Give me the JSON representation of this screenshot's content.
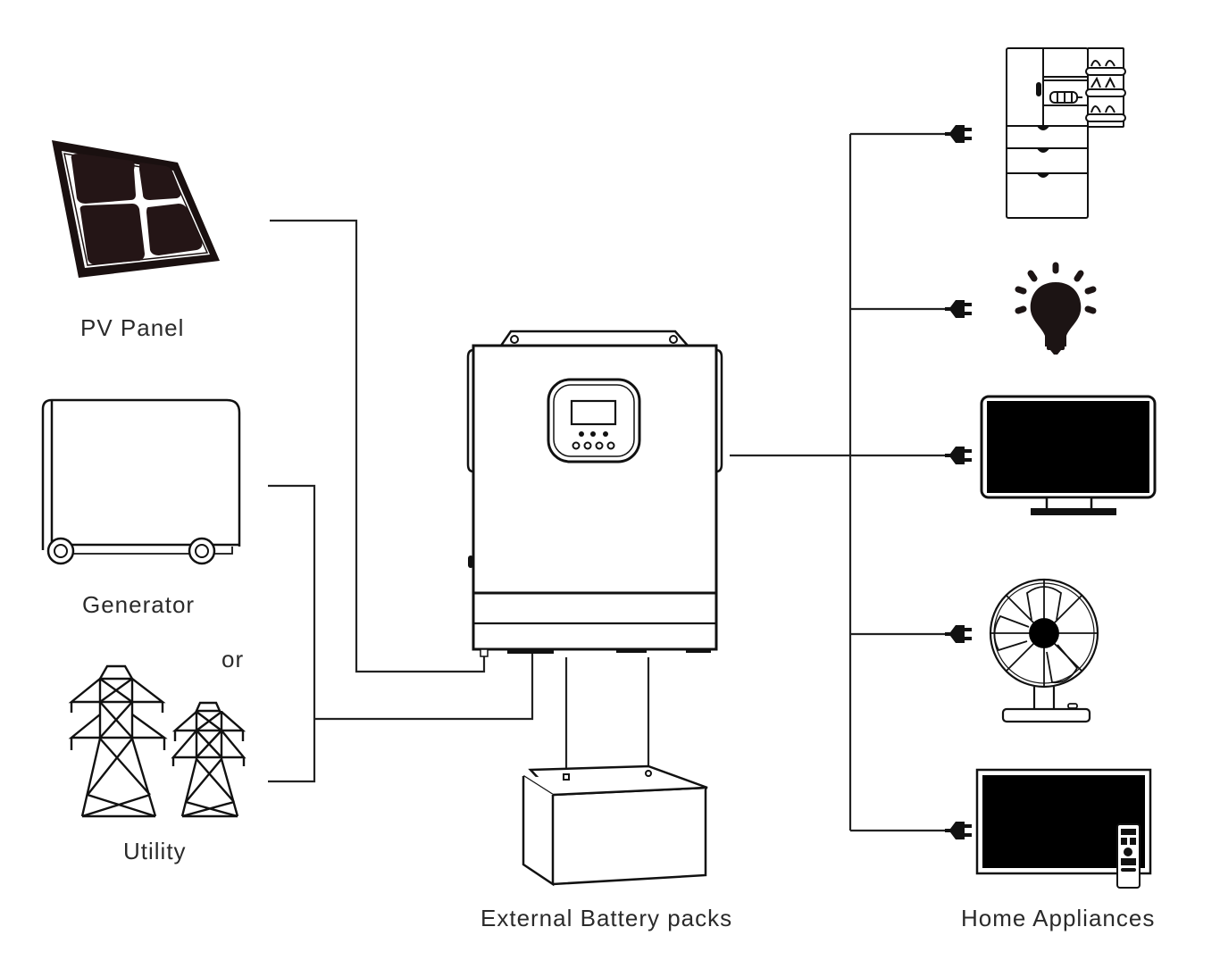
{
  "diagram": {
    "title": "",
    "type": "hybrid-solar-inverter-wiring",
    "sources": [
      {
        "id": "pv",
        "label": "PV Panel",
        "icon": "solar-panel-icon"
      },
      {
        "id": "generator",
        "label": "Generator",
        "icon": "generator-icon"
      },
      {
        "id": "utility",
        "label": "Utility",
        "icon": "power-tower-icon"
      }
    ],
    "or_label": "or",
    "center": {
      "id": "inverter",
      "label": "",
      "icon": "inverter-icon"
    },
    "storage": {
      "id": "battery",
      "label": "External Battery packs",
      "icon": "battery-icon"
    },
    "loads": {
      "label": "Home Appliances",
      "items": [
        {
          "id": "fridge",
          "icon": "refrigerator-icon"
        },
        {
          "id": "lamp",
          "icon": "light-bulb-icon"
        },
        {
          "id": "tv",
          "icon": "television-icon"
        },
        {
          "id": "fan",
          "icon": "fan-icon"
        },
        {
          "id": "smart-tv",
          "icon": "tv-with-remote-icon"
        }
      ]
    },
    "connections": [
      {
        "from": "pv",
        "to": "inverter"
      },
      {
        "from": "generator",
        "to": "inverter"
      },
      {
        "from": "utility",
        "to": "inverter"
      },
      {
        "from": "inverter",
        "to": "battery"
      },
      {
        "from": "inverter",
        "to": "fridge"
      },
      {
        "from": "inverter",
        "to": "lamp"
      },
      {
        "from": "inverter",
        "to": "tv"
      },
      {
        "from": "inverter",
        "to": "fan"
      },
      {
        "from": "inverter",
        "to": "smart-tv"
      }
    ]
  }
}
